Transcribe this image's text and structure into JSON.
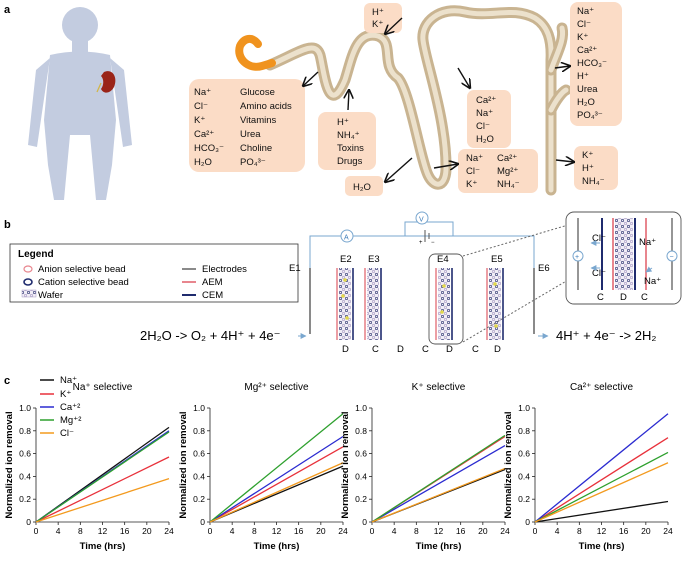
{
  "panel_a": {
    "letter": "a",
    "boxes": {
      "glomerulus_col1": [
        "Na⁺",
        "Cl⁻",
        "K⁺",
        "Ca²⁺",
        "HCO₃⁻",
        "H₂O"
      ],
      "glomerulus_col2": [
        "Glucose",
        "Amino acids",
        "Vitamins",
        "Urea",
        "Choline",
        "PO₄³⁻"
      ],
      "proximal_secretion": [
        "H⁺",
        "NH₄⁺",
        "Toxins",
        "Drugs"
      ],
      "top_small": [
        "H⁺",
        "K⁺"
      ],
      "distal_mid": [
        "Ca²⁺",
        "Na⁺",
        "Cl⁻",
        "H₂O"
      ],
      "loop_col1": [
        "Na⁺",
        "Cl⁻",
        "K⁺"
      ],
      "loop_col2": [
        "Ca²⁺",
        "Mg²⁺",
        "NH₄⁻"
      ],
      "water": [
        "H₂O"
      ],
      "collecting_reabs": [
        "Na⁺",
        "Cl⁻",
        "K⁺",
        "Ca²⁺",
        "HCO₃⁻",
        "H⁺",
        "Urea",
        "H₂O",
        "PO₄³⁻"
      ],
      "collecting_secr": [
        "K⁺",
        "H⁺",
        "NH₄⁻"
      ]
    }
  },
  "panel_b": {
    "letter": "b",
    "legend": {
      "title": "Legend",
      "items": [
        "Anion selective bead",
        "Cation selective bead",
        "Wafer",
        "Electrodes",
        "AEM",
        "CEM"
      ]
    },
    "electrodes": [
      "E1",
      "E2",
      "E3",
      "E4",
      "E5",
      "E6"
    ],
    "amp_symbol": "A",
    "volt_symbol": "V",
    "plus": "+",
    "minus": "−",
    "channel_labels": [
      "D",
      "C",
      "D",
      "C",
      "D",
      "C",
      "D"
    ],
    "anode_reaction": "2H₂O -> O₂ + 4H⁺ + 4e⁻",
    "cathode_reaction": "4H⁺ + 4e⁻ -> 2H₂",
    "inset": {
      "ions": [
        "Cl⁻",
        "Na⁺",
        "Cl⁻",
        "Na⁺"
      ],
      "channels": [
        "C",
        "D",
        "C"
      ],
      "plus": "+",
      "minus": "−"
    },
    "colors": {
      "aem": "#e8868e",
      "cem": "#1f2b6e",
      "electrode": "#8a8a8a",
      "circuit": "#7aa7cf"
    }
  },
  "panel_c": {
    "letter": "c",
    "legend": [
      "Na⁺",
      "K⁺",
      "Ca⁺²",
      "Mg⁺²",
      "Cl⁻"
    ],
    "series_colors": [
      "#111111",
      "#e8313b",
      "#2b2bd0",
      "#2ea02e",
      "#f39a1e"
    ]
  },
  "chart_data": [
    {
      "type": "line",
      "title": "Na⁺ selective",
      "xlabel": "Time (hrs)",
      "ylabel": "Normalized ion removal",
      "xlim": [
        0,
        24
      ],
      "ylim": [
        0,
        1.0
      ],
      "xticks": [
        "0",
        "4",
        "8",
        "12",
        "16",
        "20",
        "24"
      ],
      "yticks": [
        "0",
        "0.2",
        "0.4",
        "0.6",
        "0.8",
        "1.0"
      ],
      "x": [
        0,
        24
      ],
      "series": [
        {
          "name": "Na⁺",
          "values": [
            0,
            0.83
          ]
        },
        {
          "name": "K⁺",
          "values": [
            0,
            0.57
          ]
        },
        {
          "name": "Ca⁺²",
          "values": [
            0,
            0.8
          ]
        },
        {
          "name": "Mg⁺²",
          "values": [
            0,
            0.79
          ]
        },
        {
          "name": "Cl⁻",
          "values": [
            0,
            0.38
          ]
        }
      ]
    },
    {
      "type": "line",
      "title": "Mg²⁺ selective",
      "xlabel": "Time (hrs)",
      "ylabel": "Normalized ion removal",
      "xlim": [
        0,
        24
      ],
      "ylim": [
        0,
        1.0
      ],
      "xticks": [
        "0",
        "4",
        "8",
        "12",
        "16",
        "20",
        "24"
      ],
      "yticks": [
        "0",
        "0.2",
        "0.4",
        "0.6",
        "0.8",
        "1.0"
      ],
      "x": [
        0,
        24
      ],
      "series": [
        {
          "name": "Na⁺",
          "values": [
            0,
            0.49
          ]
        },
        {
          "name": "K⁺",
          "values": [
            0,
            0.66
          ]
        },
        {
          "name": "Ca⁺²",
          "values": [
            0,
            0.75
          ]
        },
        {
          "name": "Mg⁺²",
          "values": [
            0,
            0.95
          ]
        },
        {
          "name": "Cl⁻",
          "values": [
            0,
            0.52
          ]
        }
      ]
    },
    {
      "type": "line",
      "title": "K⁺ selective",
      "xlabel": "Time (hrs)",
      "ylabel": "Normalized ion removal",
      "xlim": [
        0,
        24
      ],
      "ylim": [
        0,
        1.0
      ],
      "xticks": [
        "0",
        "4",
        "8",
        "12",
        "16",
        "20",
        "24"
      ],
      "yticks": [
        "0",
        "0.2",
        "0.4",
        "0.6",
        "0.8",
        "1.0"
      ],
      "x": [
        0,
        24
      ],
      "series": [
        {
          "name": "Na⁺",
          "values": [
            0,
            0.46
          ]
        },
        {
          "name": "K⁺",
          "values": [
            0,
            0.75
          ]
        },
        {
          "name": "Ca⁺²",
          "values": [
            0,
            0.67
          ]
        },
        {
          "name": "Mg⁺²",
          "values": [
            0,
            0.76
          ]
        },
        {
          "name": "Cl⁻",
          "values": [
            0,
            0.47
          ]
        }
      ]
    },
    {
      "type": "line",
      "title": "Ca²⁺ selective",
      "xlabel": "Time (hrs)",
      "ylabel": "Normalized ion removal",
      "xlim": [
        0,
        24
      ],
      "ylim": [
        0,
        1.0
      ],
      "xticks": [
        "0",
        "4",
        "8",
        "12",
        "16",
        "20",
        "24"
      ],
      "yticks": [
        "0",
        "0.2",
        "0.4",
        "0.6",
        "0.8",
        "1.0"
      ],
      "x": [
        0,
        24
      ],
      "series": [
        {
          "name": "Na⁺",
          "values": [
            0,
            0.18
          ]
        },
        {
          "name": "K⁺",
          "values": [
            0,
            0.74
          ]
        },
        {
          "name": "Ca⁺²",
          "values": [
            0,
            0.95
          ]
        },
        {
          "name": "Mg⁺²",
          "values": [
            0,
            0.61
          ]
        },
        {
          "name": "Cl⁻",
          "values": [
            0,
            0.52
          ]
        }
      ]
    }
  ]
}
